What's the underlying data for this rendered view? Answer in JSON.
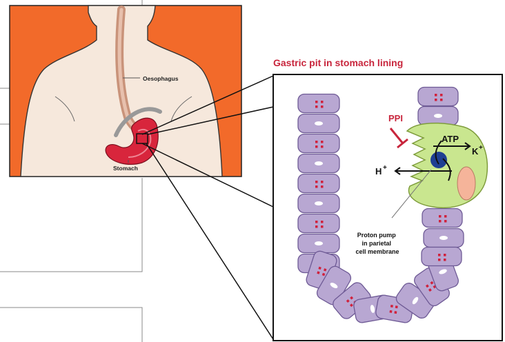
{
  "labels": {
    "oesophagus": "Oesophagus",
    "stomach": "Stomach",
    "panel_title": "Gastric pit in stomach lining",
    "ppi": "PPI",
    "atp": "ATP",
    "k_ion": "K",
    "h_ion": "H",
    "plus": "+",
    "proton_pump_line1": "Proton pump",
    "proton_pump_line2": "in parietal",
    "proton_pump_line3": "cell membrane"
  },
  "colors": {
    "torso_background": "#f26a2a",
    "skin": "#f6e8dc",
    "stomach": "#d8253c",
    "cell_fill": "#b8a7d2",
    "cell_stroke": "#6e5a95",
    "nucleus_dot": "#d0213c",
    "parietal_cell": "#c9e68f",
    "pump": "#1f3f92",
    "ppi_red": "#c8253c",
    "title_red": "#c8253c"
  },
  "icons": {
    "inhibition": "inhibition-bar-icon",
    "arrows": "ion-transport-arrows-icon"
  }
}
